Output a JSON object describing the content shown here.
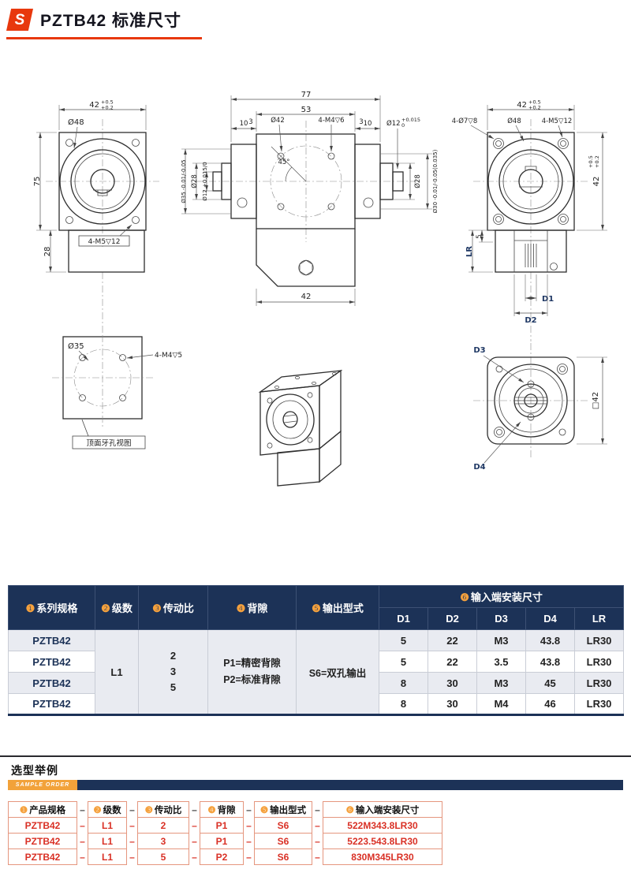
{
  "header": {
    "title": "PZTB42 标准尺寸",
    "logo_letter": "S"
  },
  "colors": {
    "accent_red": "#e8380d",
    "navy": "#1c3257",
    "orange": "#f2a23a",
    "value_red": "#d93025"
  },
  "drawing": {
    "front_view": {
      "width_dim": "42",
      "width_tol_top": "+0.5",
      "width_tol_bot": "+0.2",
      "dia48": "Ø48",
      "height_dim": "75",
      "base_height_dim": "28",
      "holes_label": "4-M5▽12"
    },
    "top_view": {
      "dia35": "Ø35",
      "holes_label": "4-M4▽5",
      "caption": "顶面牙孔视图"
    },
    "side_view": {
      "total_width": "77",
      "body_width": "53",
      "offset_left": "3",
      "offset_right": "3",
      "plate_left": "10",
      "plate_right": "10",
      "bolt_circle": "Ø42",
      "face_holes": "4-M4▽6",
      "shaft_right_dia": "Ø12",
      "shaft_right_tol_top": "+0.015",
      "shaft_right_tol_bot": "0",
      "angle": "45°",
      "left_dia_1": "Ø35 -0.01/-0.05",
      "left_dia_2": "Ø28",
      "left_dia_3": "Ø12 +0.015/0",
      "right_dia_1": "Ø28",
      "right_dia_2": "Ø30 -0.01/-0.05(0.035)",
      "bottom_width": "42"
    },
    "input_view": {
      "width_dim": "42",
      "width_tol_top": "+0.5",
      "width_tol_bot": "+0.2",
      "cbore_label": "4-Ø7▽8",
      "dia48": "Ø48",
      "tap_label": "4-M5▽12",
      "height_dim": "42",
      "height_tol_top": "+0.5",
      "height_tol_bot": "+0.2",
      "lr_dim": "LR",
      "five_dim": "5",
      "d1": "D1",
      "d2": "D2"
    },
    "output_view": {
      "d3": "D3",
      "d4": "D4",
      "square_dim": "□42"
    }
  },
  "spec_table": {
    "headers": {
      "series": {
        "num": "❶",
        "label": "系列规格"
      },
      "stages": {
        "num": "❷",
        "label": "级数"
      },
      "ratio": {
        "num": "❸",
        "label": "传动比"
      },
      "backlash": {
        "num": "❹",
        "label": "背隙"
      },
      "output": {
        "num": "❺",
        "label": "输出型式"
      },
      "input_dims": {
        "num": "❻",
        "label": "输入端安装尺寸"
      }
    },
    "sub_headers": [
      "D1",
      "D2",
      "D3",
      "D4",
      "LR"
    ],
    "stages_value": "L1",
    "ratio_values": [
      "2",
      "3",
      "5"
    ],
    "backlash_values": [
      "P1=精密背隙",
      "P2=标准背隙"
    ],
    "output_value": "S6=双孔输出",
    "rows": [
      {
        "series": "PZTB42",
        "d1": "5",
        "d2": "22",
        "d3": "M3",
        "d4": "43.8",
        "lr": "LR30"
      },
      {
        "series": "PZTB42",
        "d1": "5",
        "d2": "22",
        "d3": "3.5",
        "d4": "43.8",
        "lr": "LR30"
      },
      {
        "series": "PZTB42",
        "d1": "8",
        "d2": "30",
        "d3": "M3",
        "d4": "45",
        "lr": "LR30"
      },
      {
        "series": "PZTB42",
        "d1": "8",
        "d2": "30",
        "d3": "M4",
        "d4": "46",
        "lr": "LR30"
      }
    ]
  },
  "sample_section": {
    "title": "选型举例",
    "banner": "SAMPLE ORDER",
    "dash": "–",
    "headers": [
      {
        "num": "❶",
        "label": "产品规格"
      },
      {
        "num": "❷",
        "label": "级数"
      },
      {
        "num": "❸",
        "label": "传动比"
      },
      {
        "num": "❹",
        "label": "背隙"
      },
      {
        "num": "❺",
        "label": "输出型式"
      },
      {
        "num": "❻",
        "label": "输入端安装尺寸"
      }
    ],
    "rows": [
      [
        "PZTB42",
        "L1",
        "2",
        "P1",
        "S6",
        "522M343.8LR30"
      ],
      [
        "PZTB42",
        "L1",
        "3",
        "P1",
        "S6",
        "5223.543.8LR30"
      ],
      [
        "PZTB42",
        "L1",
        "5",
        "P2",
        "S6",
        "830M345LR30"
      ]
    ]
  }
}
